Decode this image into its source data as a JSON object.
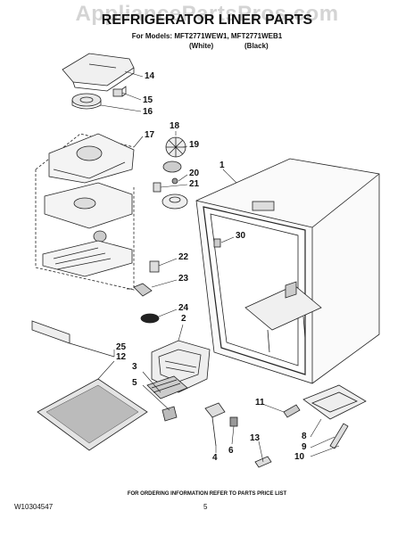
{
  "header": {
    "watermark": "AppliancePartsPros.com",
    "title": "REFRIGERATOR LINER PARTS",
    "models": "For Models: MFT2771WEW1, MFT2771WEB1",
    "color_white": "(White)",
    "color_black": "(Black)"
  },
  "callouts": [
    "14",
    "15",
    "16",
    "17",
    "18",
    "19",
    "20",
    "21",
    "1",
    "30",
    "22",
    "23",
    "24",
    "2",
    "25",
    "12",
    "3",
    "5",
    "11",
    "8",
    "9",
    "10",
    "13",
    "4",
    "6"
  ],
  "footer": {
    "ordering_note": "FOR ORDERING INFORMATION REFER TO PARTS PRICE LIST",
    "doc_number": "W10304547",
    "page_number": "5"
  }
}
